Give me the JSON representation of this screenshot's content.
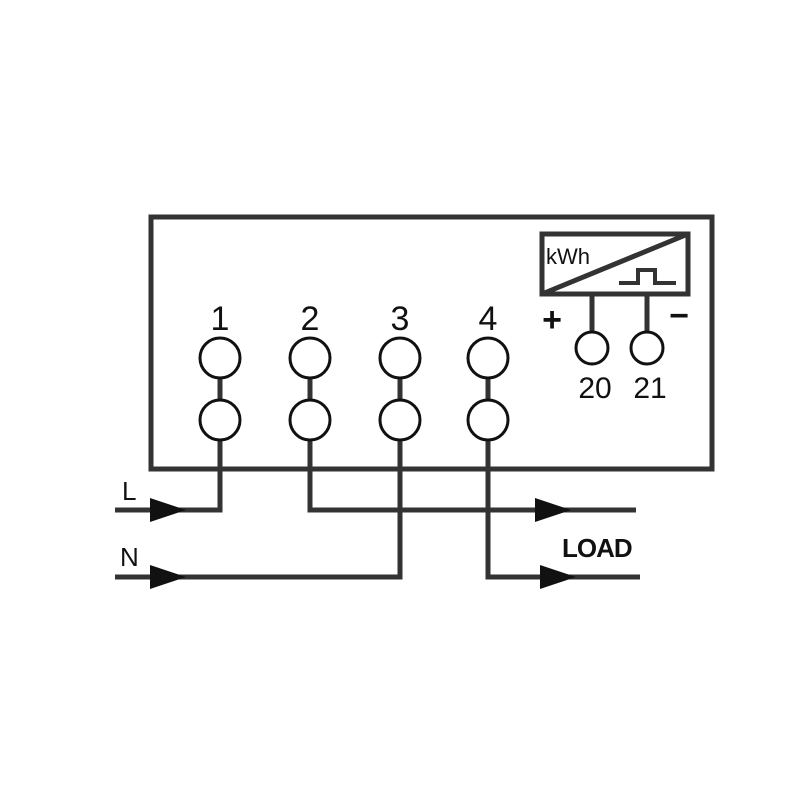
{
  "terminals": [
    "1",
    "2",
    "3",
    "4"
  ],
  "pulse_output": {
    "meter_label": "kWh",
    "plus": "+",
    "minus": "−",
    "terminals": [
      "20",
      "21"
    ]
  },
  "inputs": {
    "line": "L",
    "neutral": "N"
  },
  "load_label": "LOAD",
  "colors": {
    "line": "#333333",
    "text": "#111111"
  }
}
